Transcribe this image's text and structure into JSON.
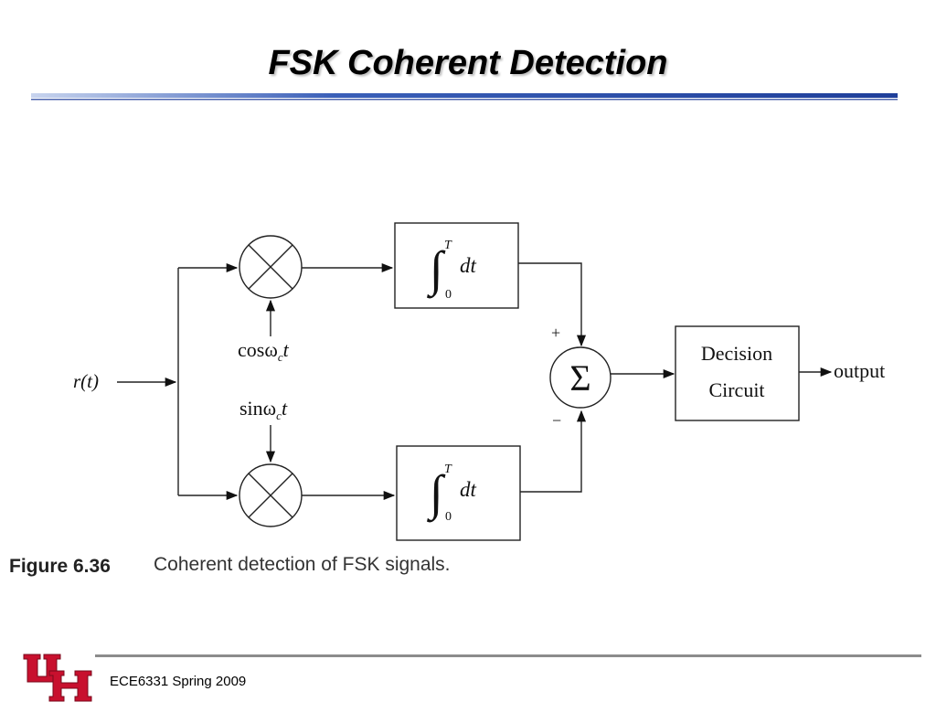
{
  "title": "FSK Coherent Detection",
  "diagram": {
    "input_label": "r(t)",
    "carrier_upper": {
      "func": "cosω",
      "sub": "c",
      "var": "t"
    },
    "carrier_lower": {
      "func": "sinω",
      "sub": "c",
      "var": "t"
    },
    "integrator": {
      "upper_limit": "T",
      "lower_limit": "0",
      "integral_sign": "∫",
      "dt": "dt"
    },
    "summer": {
      "symbol": "Σ",
      "plus": "+",
      "minus": "−"
    },
    "decision_circuit": {
      "line1": "Decision",
      "line2": "Circuit"
    },
    "output_label": "output"
  },
  "caption": {
    "label": "Figure 6.36",
    "text": "Coherent detection of FSK signals."
  },
  "footer": {
    "text": "ECE6331 Spring 2009"
  },
  "colors": {
    "accent_blue": "#1f3f9a",
    "logo_red": "#c8102e"
  }
}
